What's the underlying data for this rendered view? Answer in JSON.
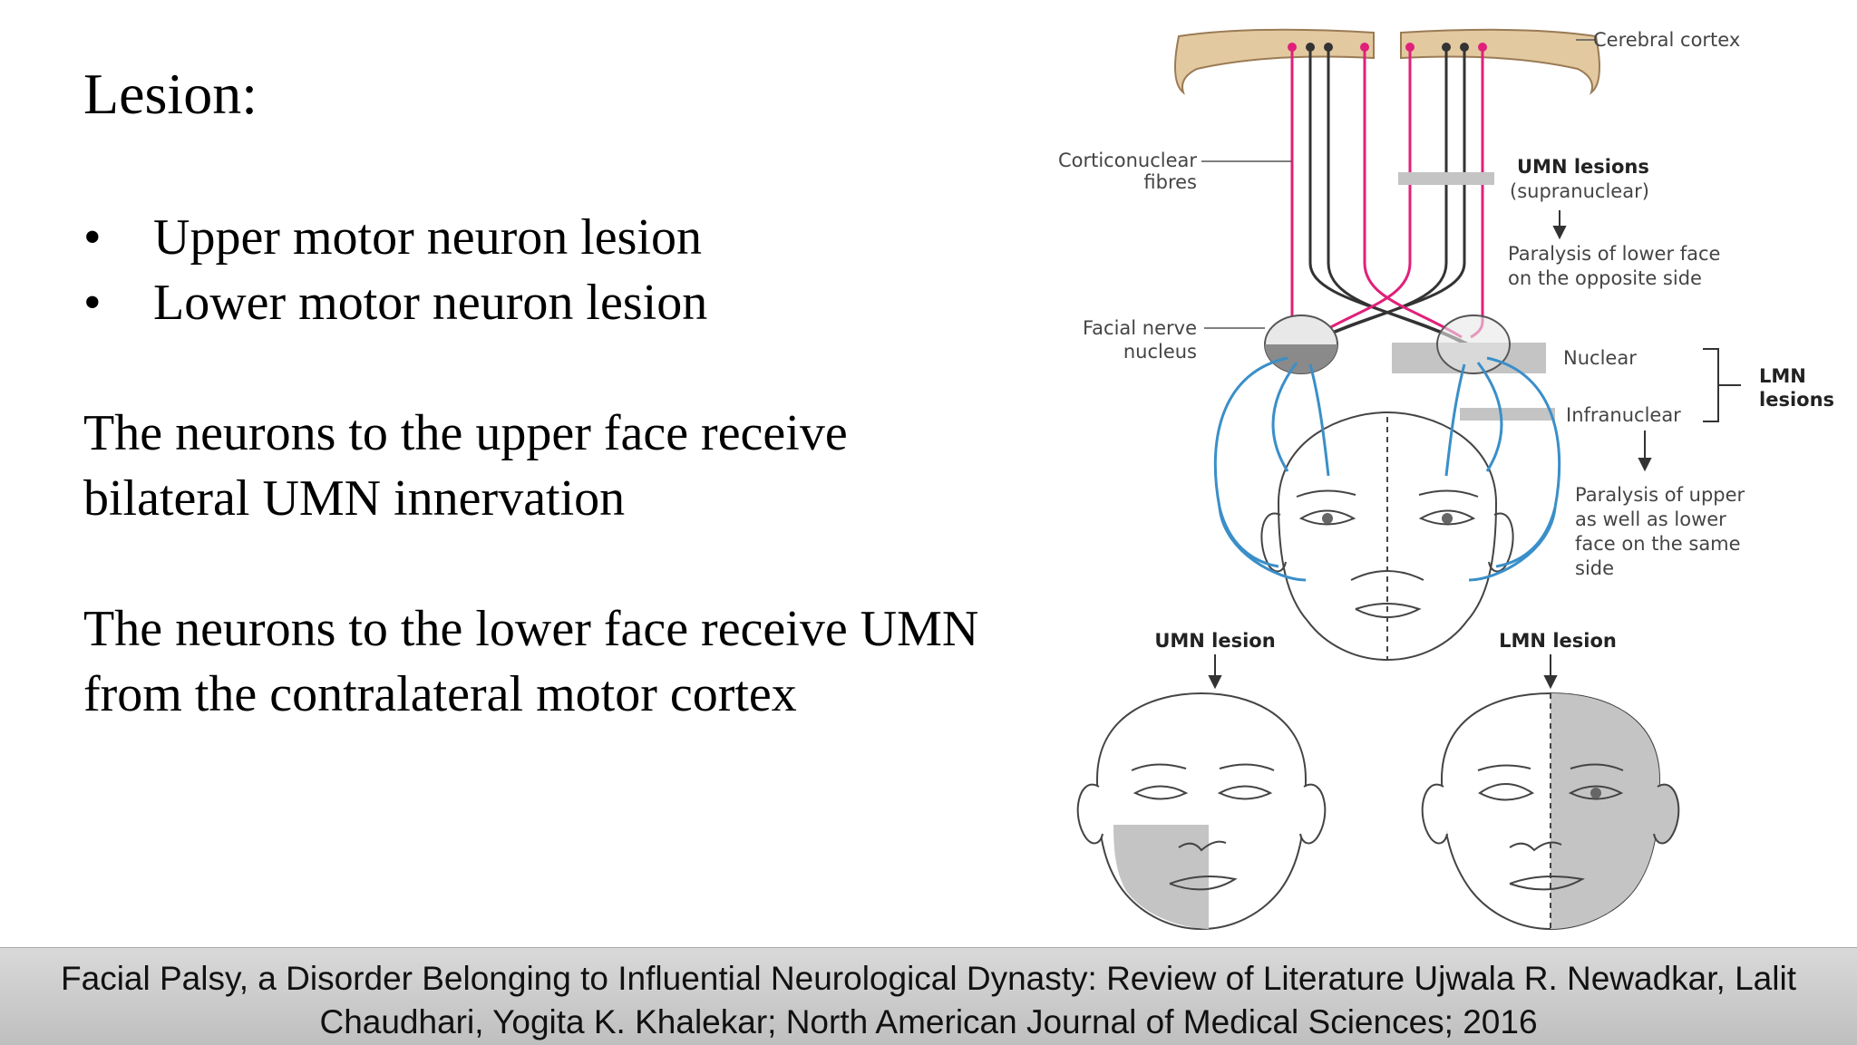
{
  "slide": {
    "title": "Lesion:",
    "bullets": [
      "Upper motor neuron lesion",
      "Lower motor neuron lesion"
    ],
    "paragraphs": [
      "The neurons to the upper face receive bilateral UMN innervation",
      "The neurons to the lower face receive UMN from the contralateral motor cortex"
    ]
  },
  "diagram": {
    "labels": {
      "cerebral_cortex": "Cerebral cortex",
      "corticonuclear": "Corticonuclear",
      "fibres": "fibres",
      "umn_lesions": "UMN lesions",
      "supranuclear": "(supranuclear)",
      "paralysis_lower_1": "Paralysis of lower face",
      "paralysis_lower_2": "on the opposite side",
      "facial_nerve": "Facial nerve",
      "nucleus": "nucleus",
      "nuclear": "Nuclear",
      "infranuclear": "Infranuclear",
      "lmn": "LMN",
      "lesions": "lesions",
      "paralysis_upper_1": "Paralysis of upper",
      "paralysis_upper_2": "as well as lower",
      "paralysis_upper_3": "face on the same",
      "paralysis_upper_4": "side",
      "umn_lesion": "UMN lesion",
      "lmn_lesion": "LMN lesion"
    },
    "colors": {
      "pink_fibre": "#e0207a",
      "black_fibre": "#333333",
      "blue_nerve": "#3a8fc8",
      "cortex": "#e3c9a0",
      "shade": "#c4c4c4"
    }
  },
  "footer": {
    "citation": "Facial Palsy, a Disorder Belonging to Influential Neurological Dynasty: Review of Literature Ujwala R. Newadkar, Lalit Chaudhari, Yogita K. Khalekar; North American Journal of Medical Sciences; 2016"
  }
}
